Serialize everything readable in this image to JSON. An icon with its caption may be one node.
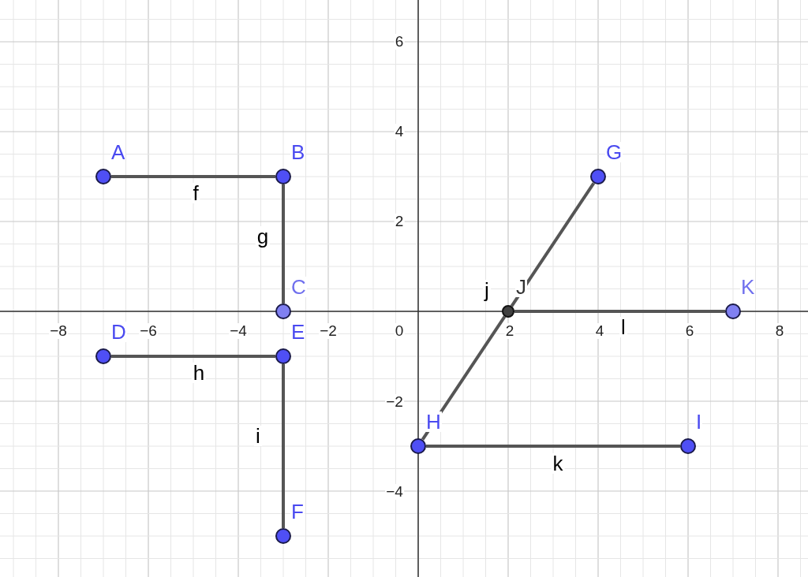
{
  "diagram": {
    "nodes": [
      {
        "text": [],
        "shape": "circle",
        "beside": [
          "A"
        ]
      },
      {
        "text": [],
        "shape": "circle",
        "beside": [
          "B"
        ]
      },
      {
        "text": [],
        "shape": "circle",
        "beside": [
          "C"
        ]
      },
      {
        "text": [],
        "shape": "circle",
        "beside": [
          "D"
        ]
      },
      {
        "text": [],
        "shape": "circle",
        "beside": [
          "E"
        ]
      },
      {
        "text": [],
        "shape": "circle",
        "beside": [
          "F"
        ]
      },
      {
        "text": [],
        "shape": "circle",
        "beside": [
          "G"
        ]
      },
      {
        "text": [],
        "shape": "circle",
        "beside": [
          "H"
        ]
      },
      {
        "text": [],
        "shape": "circle",
        "beside": [
          "I"
        ]
      },
      {
        "text": [],
        "shape": "circle",
        "beside": [
          "J"
        ]
      },
      {
        "text": [],
        "shape": "circle",
        "beside": [
          "K"
        ]
      }
    ],
    "edges": [
      {
        "from": 0,
        "to": 1,
        "arrow": "none",
        "label": "f"
      },
      {
        "from": 1,
        "to": 2,
        "arrow": "none",
        "label": "g"
      },
      {
        "from": 3,
        "to": 4,
        "arrow": "none",
        "label": "h"
      },
      {
        "from": 4,
        "to": 5,
        "arrow": "none",
        "label": "i"
      },
      {
        "from": 6,
        "to": 9,
        "arrow": "none",
        "label": "j"
      },
      {
        "from": 9,
        "to": 7,
        "arrow": "none"
      },
      {
        "from": 7,
        "to": 8,
        "arrow": "none",
        "label": "k"
      },
      {
        "from": 9,
        "to": 10,
        "arrow": "none",
        "label": "l"
      }
    ],
    "labels": [
      "6",
      "4",
      "2",
      "−8",
      "−6",
      "−4",
      "−2",
      "0",
      "2",
      "4",
      "6",
      "8",
      "−2",
      "−4"
    ]
  }
}
